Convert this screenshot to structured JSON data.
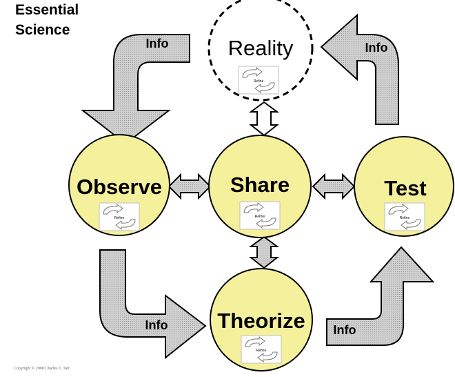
{
  "title": {
    "line1": "Essential",
    "line2": "Science"
  },
  "copyright": "Copyright © 2008 Charles T. Tart",
  "colors": {
    "node_fill": "#f5f09b",
    "arrow_fill": "#cfcfcf",
    "stroke": "#000000",
    "background": "#ffffff"
  },
  "nodes": {
    "reality": {
      "label": "Reality"
    },
    "observe": {
      "label": "Observe"
    },
    "share": {
      "label": "Share"
    },
    "test": {
      "label": "Test"
    },
    "theorize": {
      "label": "Theorize"
    }
  },
  "refine_label": "Refine",
  "info_labels": {
    "top_left": "Info",
    "top_right": "Info",
    "bottom_left": "Info",
    "bottom_right": "Info"
  }
}
